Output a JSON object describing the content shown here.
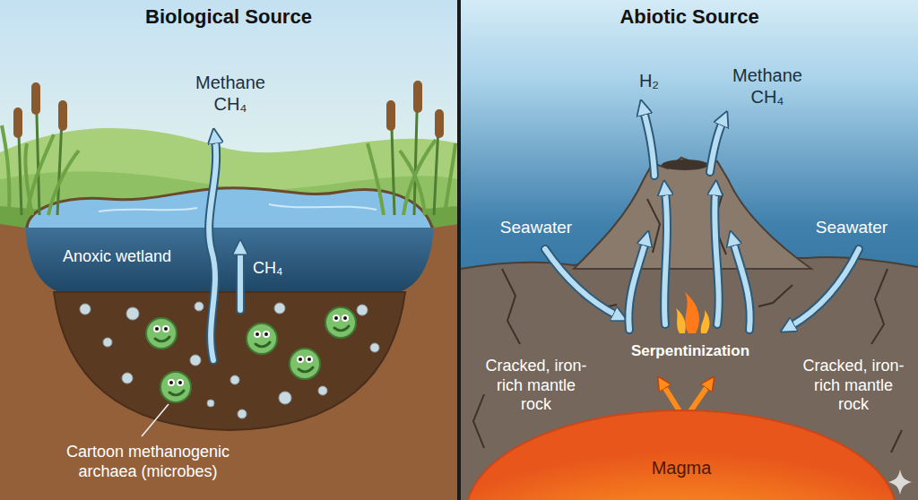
{
  "diagram": {
    "nodes": [
      {
        "text": [
          "Biological Source"
        ]
      },
      {
        "text": [
          "Abiotic Source"
        ]
      },
      {
        "text": [
          "Magma"
        ],
        "in": 1
      }
    ],
    "labels": [
      "Methane CH₄",
      "Anoxic wetland",
      "CH₄",
      "Cartoon methanogenic archaea (microbes)",
      "H₂",
      "Methane CH₄",
      "Seawater",
      "Seawater",
      "Serpentinization",
      "Cracked, iron-rich mantle rock",
      "Cracked, iron-rich mantle rock"
    ]
  }
}
